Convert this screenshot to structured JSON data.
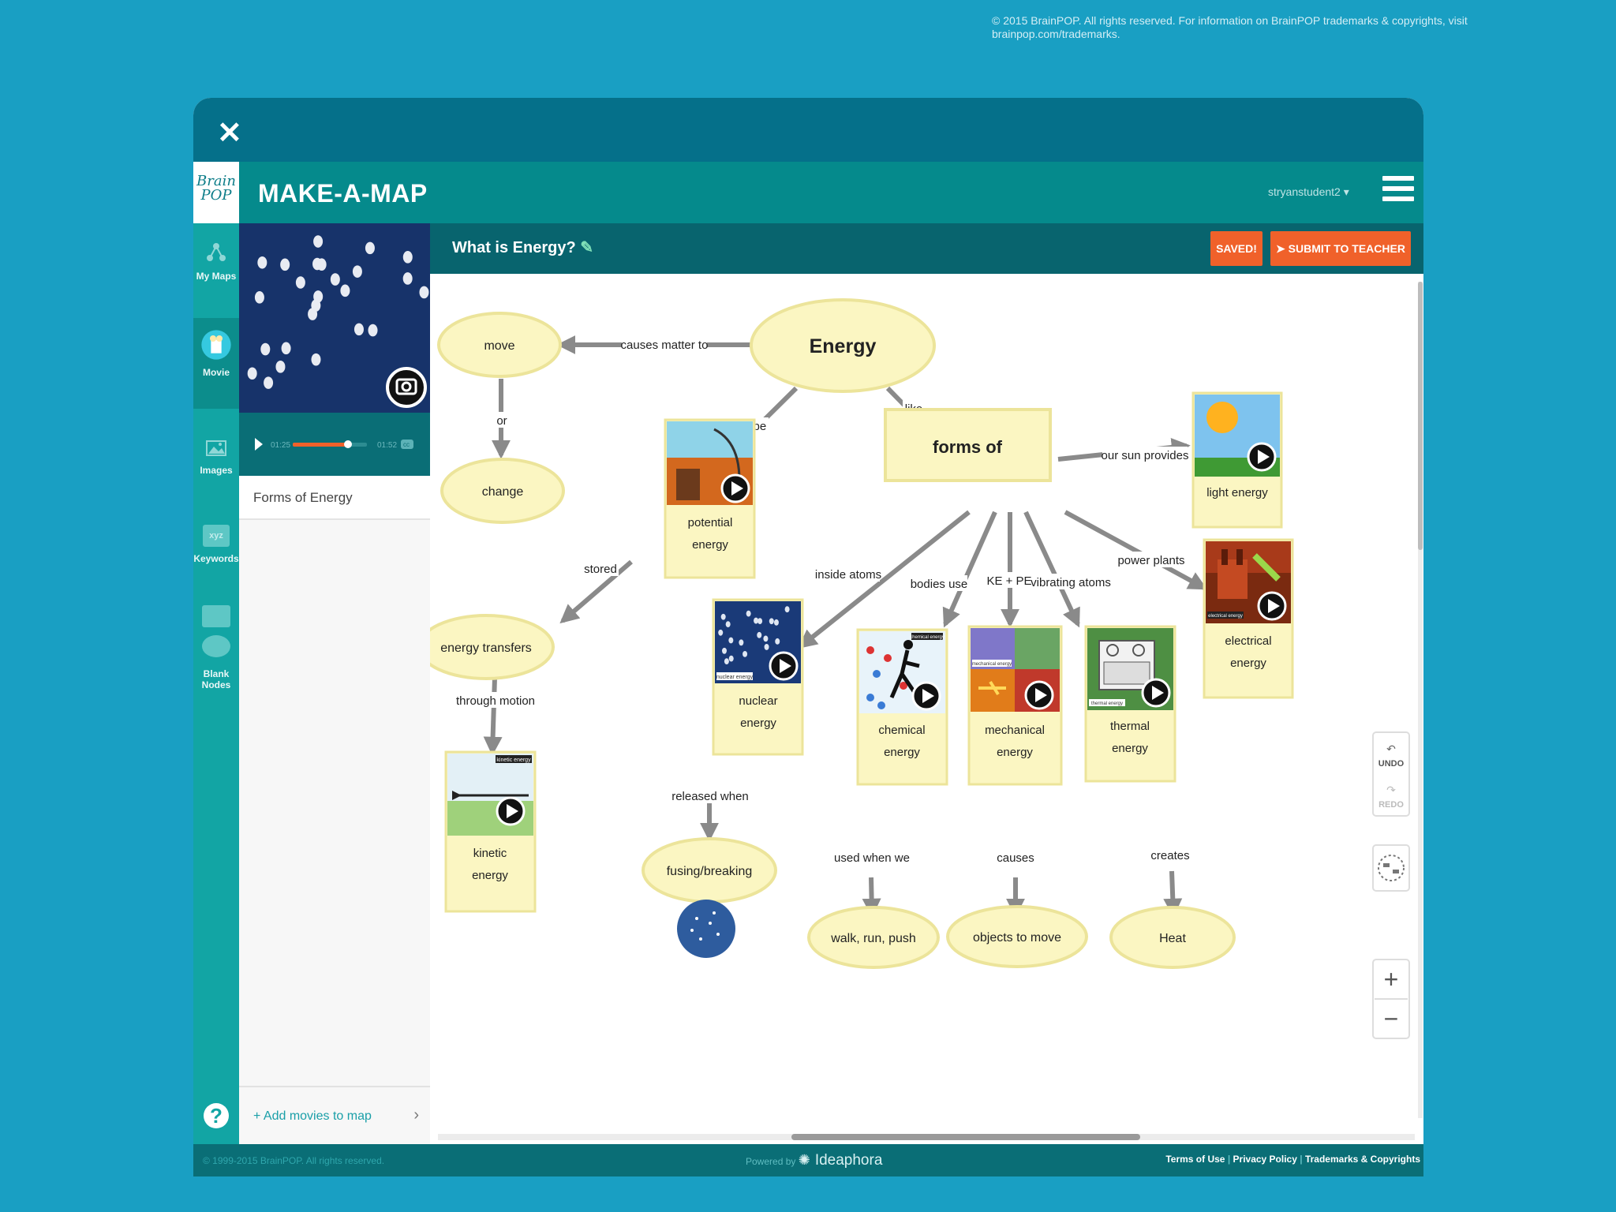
{
  "copyright": "© 2015 BrainPOP. All rights reserved. For information on BrainPOP trademarks & copyrights, visit brainpop.com/trademarks.",
  "header": {
    "logo": "Brain POP",
    "title": "MAKE-A-MAP",
    "username": "stryanstudent2"
  },
  "rail": {
    "my_maps": "My Maps",
    "movie": "Movie",
    "images": "Images",
    "keywords": "Keywords",
    "keywords_badge": "xyz",
    "blank_line1": "Blank",
    "blank_line2": "Nodes",
    "help": "?"
  },
  "panel": {
    "time_elapsed": "01:25",
    "time_total": "01:52",
    "cc": "cc",
    "movie_item": "Forms of Energy",
    "add_movies": "+ Add movies to map"
  },
  "toolbar": {
    "map_title": "What is Energy?",
    "saved": "SAVED!",
    "submit": "SUBMIT TO TEACHER"
  },
  "map": {
    "nodes": {
      "energy": "Energy",
      "move": "move",
      "change": "change",
      "forms_of": "forms of",
      "potential_1": "potential",
      "potential_2": "energy",
      "light": "light energy",
      "energy_transfers": "energy transfers",
      "nuclear_1": "nuclear",
      "nuclear_2": "energy",
      "nuclear_badge": "nuclear energy",
      "chemical_1": "chemical",
      "chemical_2": "energy",
      "chemical_badge": "chemical energy",
      "mechanical_1": "mechanical",
      "mechanical_2": "energy",
      "mechanical_badge": "mechanical energy",
      "thermal_1": "thermal",
      "thermal_2": "energy",
      "thermal_badge": "thermal energy",
      "electrical_1": "electrical",
      "electrical_2": "energy",
      "electrical_badge": "electrical energy",
      "kinetic_1": "kinetic",
      "kinetic_2": "energy",
      "kinetic_badge": "kinetic energy",
      "fusing": "fusing/breaking",
      "walk": "walk, run, push",
      "objects": "objects to move",
      "heat": "Heat"
    },
    "links": {
      "causes_matter_to": "causes matter to",
      "or": "or",
      "type": "type",
      "like": "like",
      "our_sun_provides": "our sun provides",
      "stored": "stored",
      "inside_atoms": "inside atoms",
      "bodies_use": "bodies use",
      "ke_pe": "KE + PE",
      "vibrating_atoms": "vibrating atoms",
      "power_plants": "power plants",
      "through_motion": "through motion",
      "released_when": "released when",
      "used_when_we": "used when we",
      "causes": "causes",
      "creates": "creates"
    }
  },
  "controls": {
    "undo": "UNDO",
    "redo": "REDO",
    "zoom_in": "+",
    "zoom_out": "−"
  },
  "footer": {
    "copy": "© 1999-2015 BrainPOP. All rights reserved.",
    "powered": "Powered by",
    "brand": "Ideaphora",
    "terms": "Terms of Use",
    "privacy": "Privacy Policy",
    "trademarks": "Trademarks & Copyrights"
  }
}
